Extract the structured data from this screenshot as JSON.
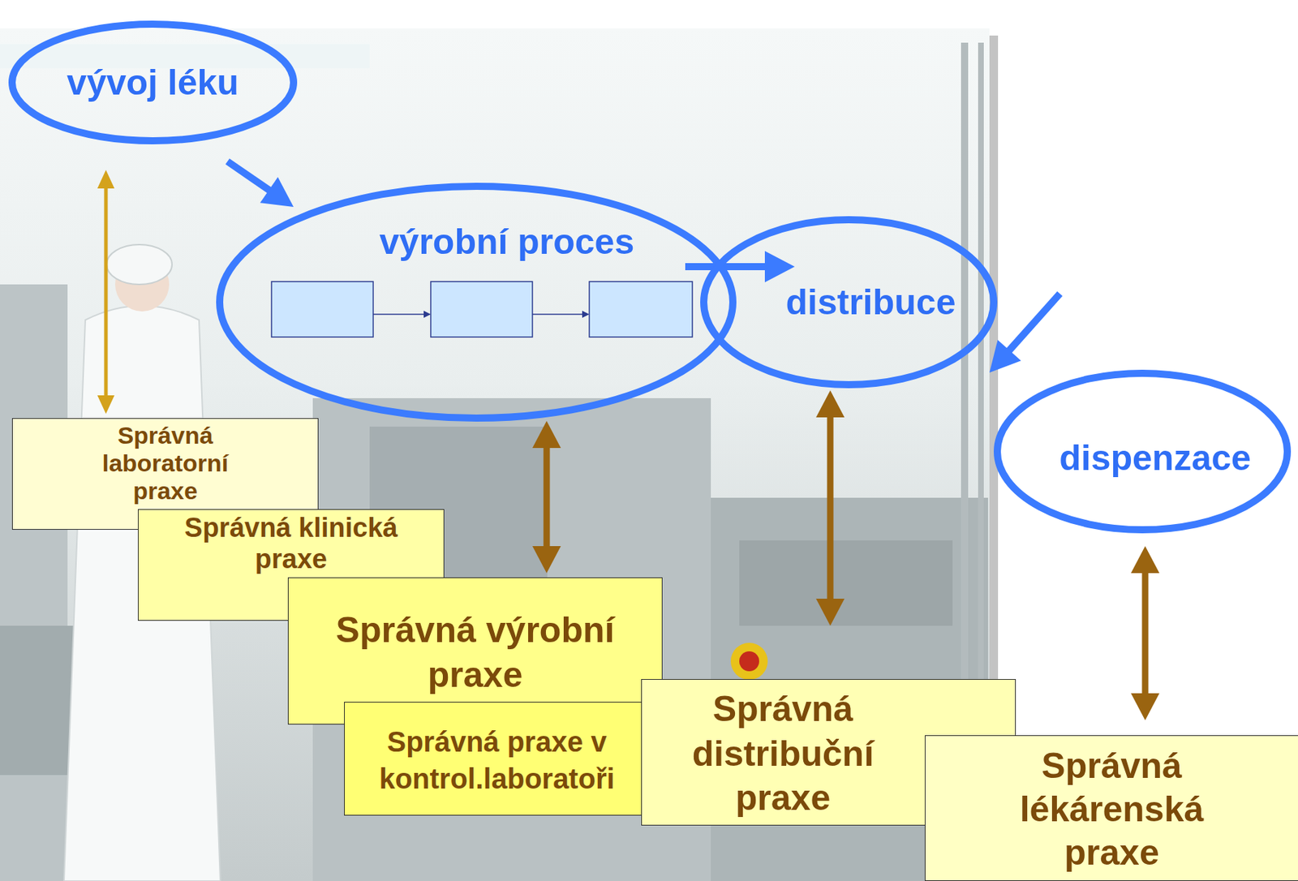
{
  "diagram": {
    "nodes": [
      {
        "text": [
          "vývoj léku"
        ]
      },
      {
        "text": [
          "výrobní proces"
        ]
      },
      {
        "text": [
          "distribuce"
        ]
      },
      {
        "text": [
          "dispenzace"
        ]
      },
      {
        "text": [
          "Správná laboratorní praxe"
        ]
      },
      {
        "text": [
          "Správná klinická praxe"
        ]
      },
      {
        "text": [
          "Správná výrobní praxe"
        ]
      },
      {
        "text": [
          "Správná praxe v kontrol.laboratoři"
        ]
      },
      {
        "text": [
          "Správná distribuční praxe"
        ]
      },
      {
        "text": [
          "Správná lékárenská praxe"
        ]
      }
    ],
    "edges": [
      {
        "from": 0,
        "to": 1,
        "arrow": "to"
      },
      {
        "from": 1,
        "to": 2,
        "arrow": "to"
      },
      {
        "from": 3,
        "to": 2,
        "arrow": "to"
      },
      {
        "from": 0,
        "to": 4,
        "arrow": "both"
      },
      {
        "from": 1,
        "to": 6,
        "arrow": "both"
      },
      {
        "from": 2,
        "to": 8,
        "arrow": "both"
      },
      {
        "from": 3,
        "to": 9,
        "arrow": "both"
      }
    ]
  }
}
